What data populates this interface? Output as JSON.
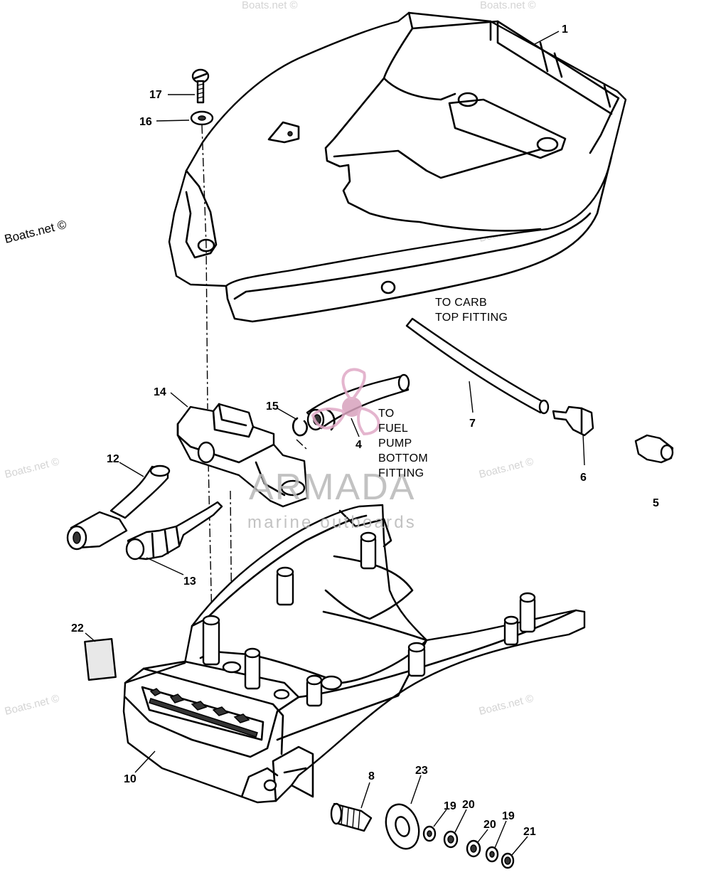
{
  "watermarks": {
    "site": "Boats.net ©",
    "brand_name": "ARMADA",
    "brand_tagline": "marine outboards"
  },
  "callouts": {
    "p1": "1",
    "p4": "4",
    "p5": "5",
    "p6": "6",
    "p7": "7",
    "p8": "8",
    "p10": "10",
    "p12": "12",
    "p13": "13",
    "p14": "14",
    "p15": "15",
    "p16": "16",
    "p17": "17",
    "p19a": "19",
    "p19b": "19",
    "p20a": "20",
    "p20b": "20",
    "p21": "21",
    "p22": "22",
    "p23": "23"
  },
  "notes": {
    "carb_line1": "TO CARB",
    "carb_line2": "TOP FITTING",
    "pump_line1": "TO",
    "pump_line2": "FUEL",
    "pump_line3": "PUMP",
    "pump_line4": "BOTTOM",
    "pump_line5": "FITTING"
  }
}
